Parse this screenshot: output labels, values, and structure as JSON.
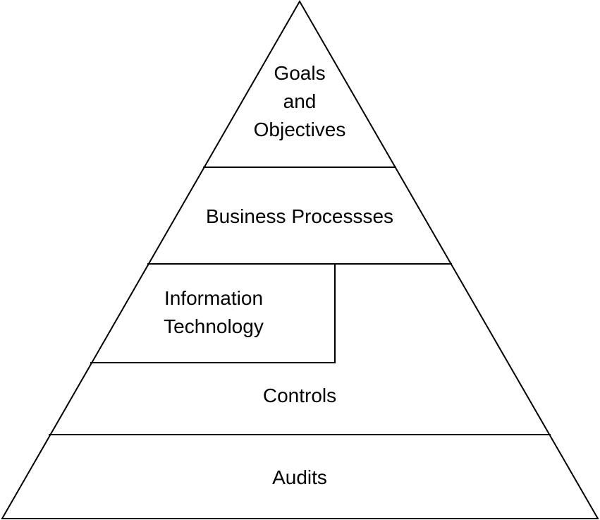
{
  "pyramid": {
    "levels": {
      "goals": {
        "lines": [
          "Goals",
          "and",
          "Objectives"
        ]
      },
      "business_processes": {
        "label": "Business Processses"
      },
      "information_technology": {
        "lines": [
          "Information",
          "Technology"
        ]
      },
      "controls": {
        "label": "Controls"
      },
      "audits": {
        "label": "Audits"
      }
    }
  }
}
